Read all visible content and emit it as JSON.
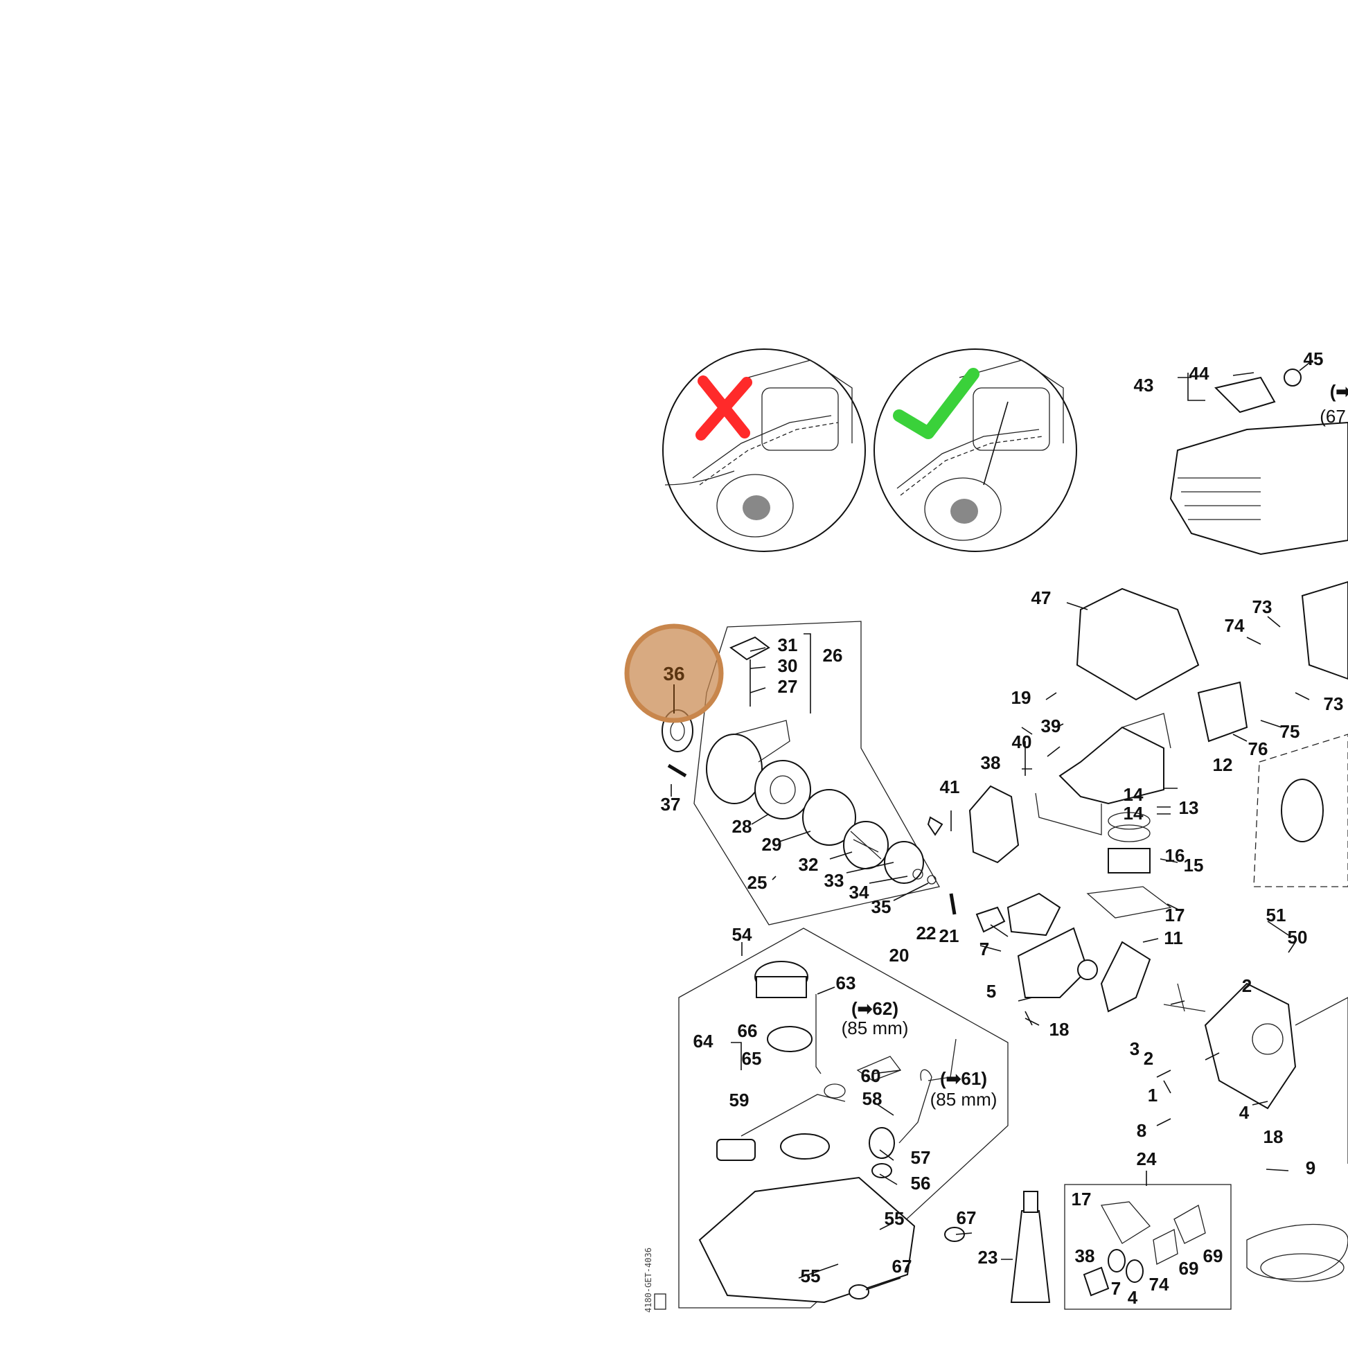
{
  "diagram": {
    "highlighted_part": "36",
    "highlight_color": "#c8864c",
    "mark_wrong_color": "#ff2a2a",
    "mark_right_color": "#3ad13a",
    "drawing_code": "4180-GET-4036",
    "callouts": {
      "c1": "1",
      "c2": "2",
      "c2b": "2",
      "c3": "3",
      "c4": "4",
      "c4b": "4",
      "c5": "5",
      "c7": "7",
      "c7b": "7",
      "c8": "8",
      "c9": "9",
      "c11": "11",
      "c12": "12",
      "c13": "13",
      "c14a": "14",
      "c14b": "14",
      "c15": "15",
      "c16": "16",
      "c17": "17",
      "c17b": "17",
      "c18": "18",
      "c18b": "18",
      "c19": "19",
      "c20": "20",
      "c21": "21",
      "c22": "22",
      "c23": "23",
      "c24": "24",
      "c25": "25",
      "c26": "26",
      "c27": "27",
      "c28": "28",
      "c29": "29",
      "c30": "30",
      "c31": "31",
      "c32": "32",
      "c33": "33",
      "c34": "34",
      "c35": "35",
      "c37": "37",
      "c38": "38",
      "c38b": "38",
      "c39": "39",
      "c40": "40",
      "c41": "41",
      "c43": "43",
      "c44": "44",
      "c45": "45",
      "c47": "47",
      "c50": "50",
      "c51": "51",
      "c54": "54",
      "c55": "55",
      "c55b": "55",
      "c56": "56",
      "c57": "57",
      "c58": "58",
      "c59": "59",
      "c60": "60",
      "c61ref": "(➡61)",
      "c61len": "(85 mm)",
      "c62ref": "(➡62)",
      "c62len": "(85 mm)",
      "c63": "63",
      "c64": "64",
      "c65": "65",
      "c66": "66",
      "c67": "67",
      "c67b": "67",
      "c69": "69",
      "c69b": "69",
      "c73": "73",
      "c73b": "73",
      "c74": "74",
      "c74b": "74",
      "c75": "75",
      "c76": "76",
      "ctopref": "(➡",
      "ctoplen": "(67"
    }
  }
}
